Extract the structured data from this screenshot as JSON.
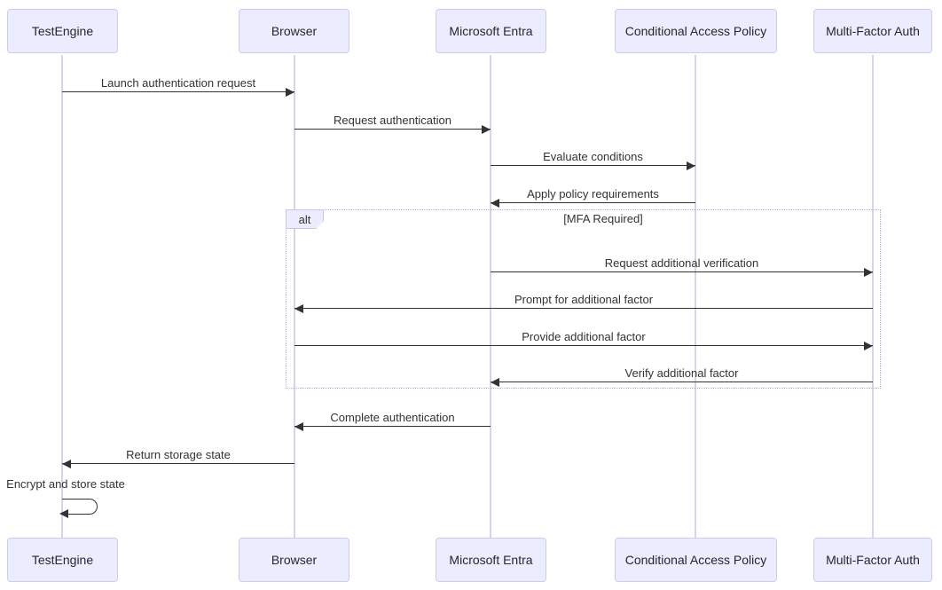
{
  "diagram": {
    "type": "sequence-diagram",
    "participants": [
      {
        "label": "TestEngine"
      },
      {
        "label": "Browser"
      },
      {
        "label": "Microsoft Entra"
      },
      {
        "label": "Conditional Access Policy"
      },
      {
        "label": "Multi-Factor Auth"
      }
    ],
    "messages": [
      {
        "from": "TestEngine",
        "to": "Browser",
        "label": "Launch authentication request"
      },
      {
        "from": "Browser",
        "to": "Microsoft Entra",
        "label": "Request authentication"
      },
      {
        "from": "Microsoft Entra",
        "to": "Conditional Access Policy",
        "label": "Evaluate conditions"
      },
      {
        "from": "Conditional Access Policy",
        "to": "Microsoft Entra",
        "label": "Apply policy requirements"
      },
      {
        "from": "Microsoft Entra",
        "to": "Multi-Factor Auth",
        "label": "Request additional verification"
      },
      {
        "from": "Multi-Factor Auth",
        "to": "Browser",
        "label": "Prompt for additional factor"
      },
      {
        "from": "Browser",
        "to": "Multi-Factor Auth",
        "label": "Provide additional factor"
      },
      {
        "from": "Multi-Factor Auth",
        "to": "Microsoft Entra",
        "label": "Verify additional factor"
      },
      {
        "from": "Microsoft Entra",
        "to": "Browser",
        "label": "Complete authentication"
      },
      {
        "from": "Browser",
        "to": "TestEngine",
        "label": "Return storage state"
      },
      {
        "from": "TestEngine",
        "to": "TestEngine",
        "label": "Encrypt and store state",
        "self": true
      }
    ],
    "alt_block": {
      "keyword": "alt",
      "condition": "[MFA Required]",
      "contains_message_indices": [
        4,
        5,
        6,
        7
      ]
    },
    "colors": {
      "actor_fill": "#ECECFF",
      "actor_border": "#CFCBEE",
      "lifeline": "#D8D3EC",
      "message_line": "#333333",
      "text": "#333333",
      "frame_border": "#B7B1E2"
    }
  }
}
